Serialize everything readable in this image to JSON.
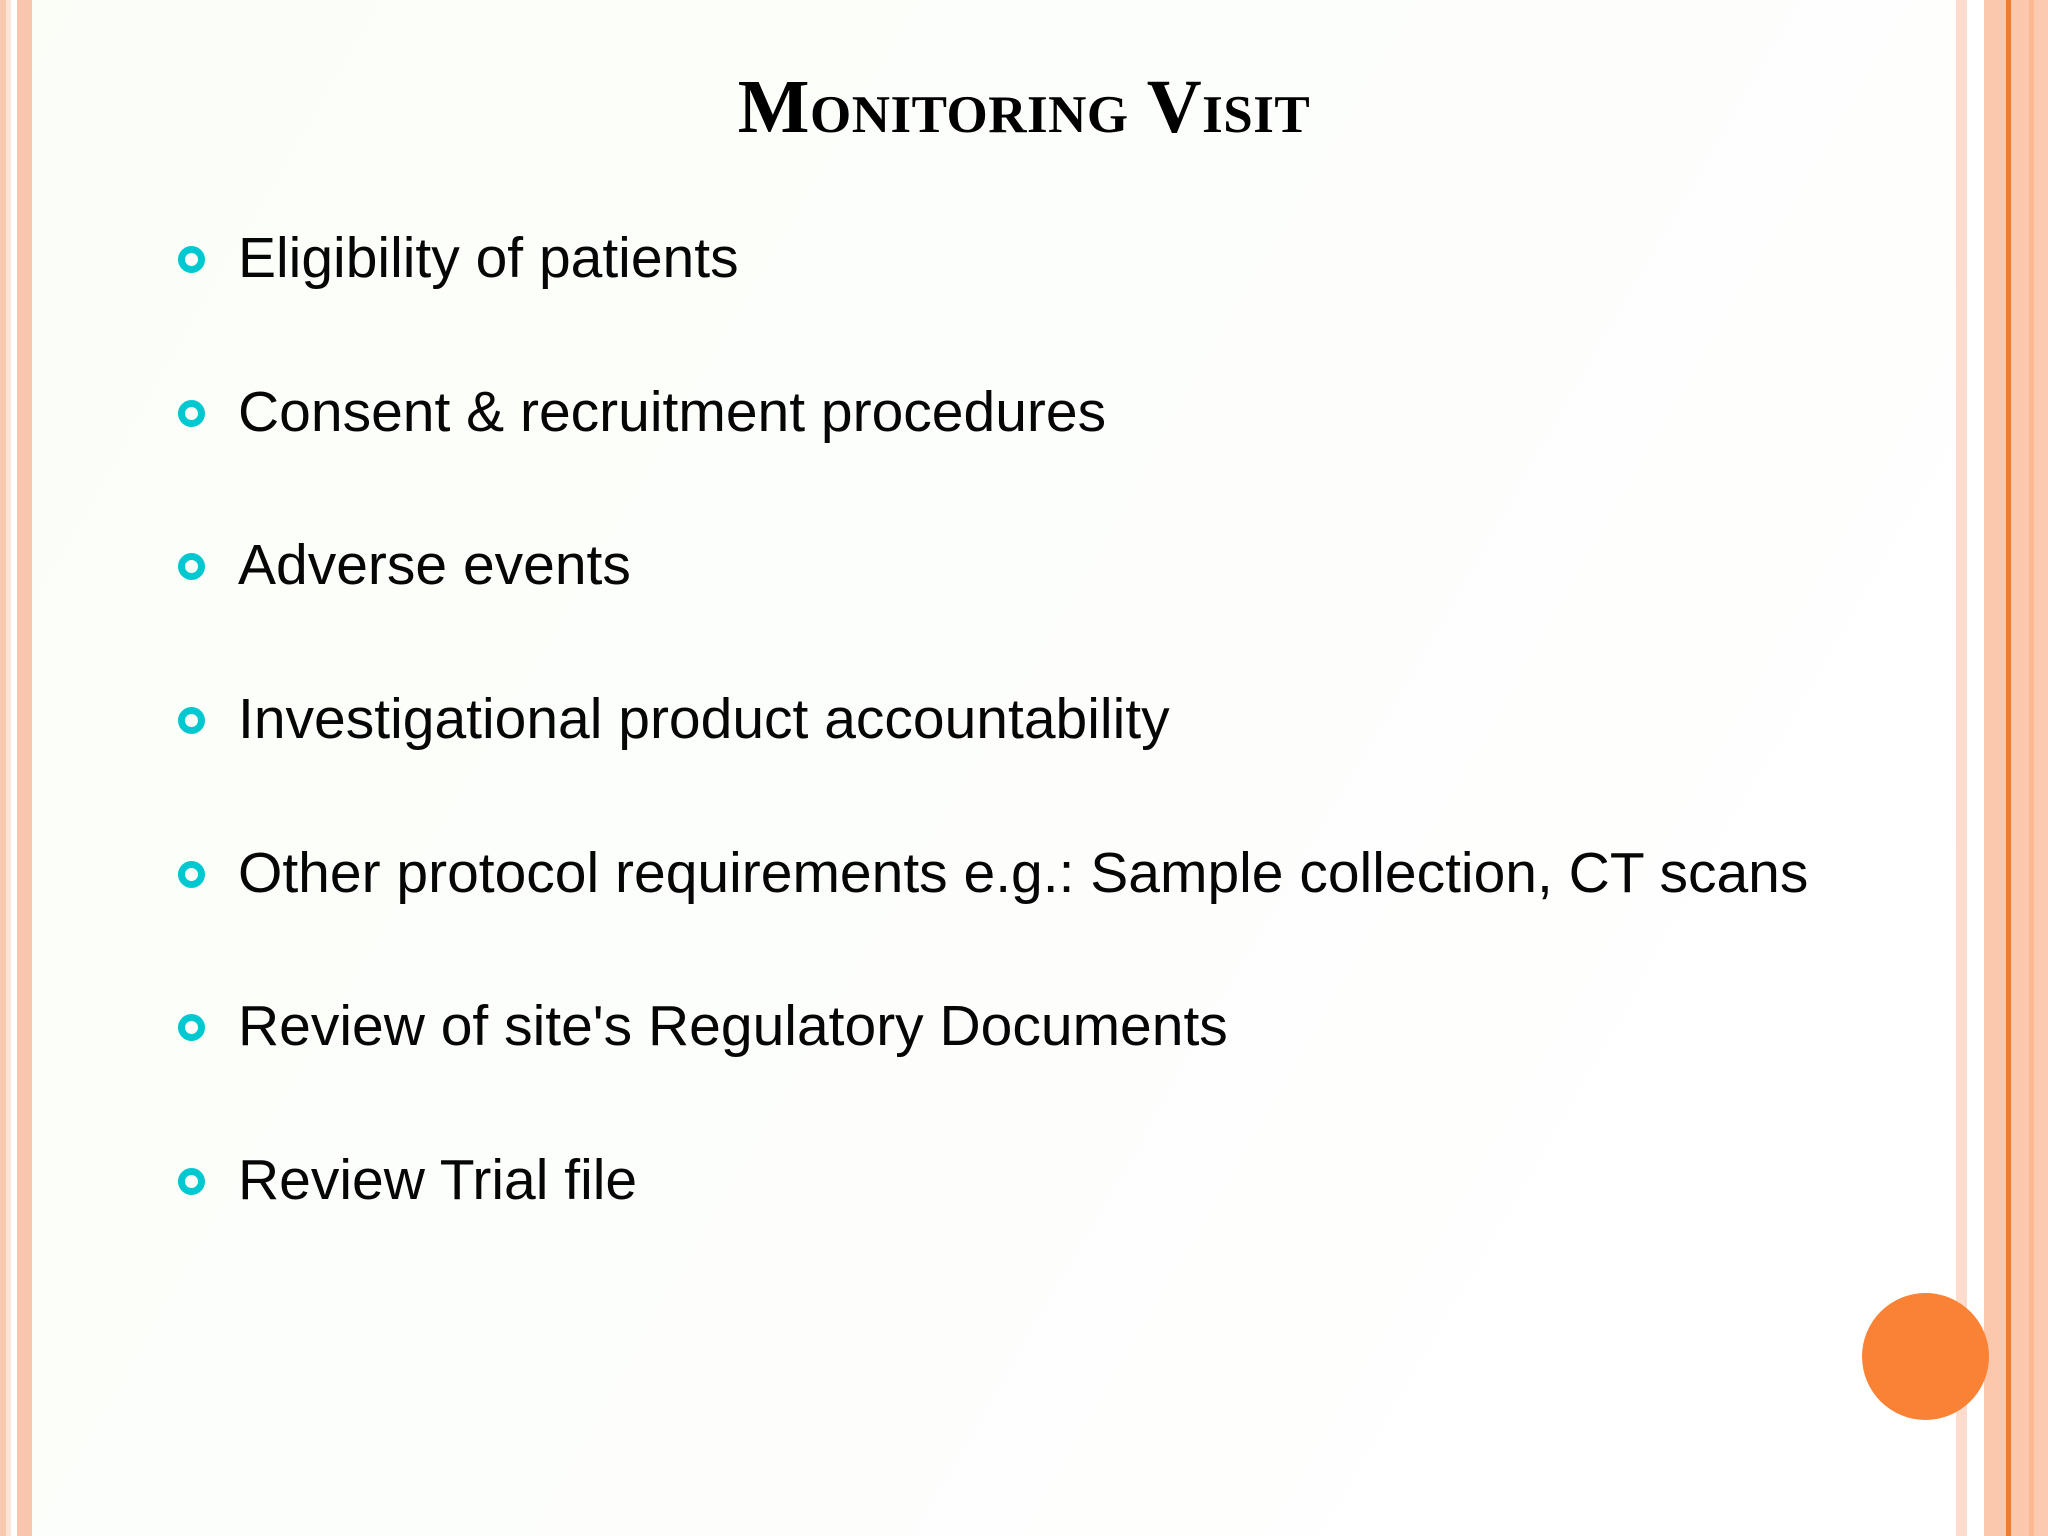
{
  "slide": {
    "title": "Monitoring Visit",
    "bullets": [
      {
        "text": "Eligibility of patients"
      },
      {
        "text": "Consent & recruitment procedures"
      },
      {
        "text": "Adverse events"
      },
      {
        "text": "Investigational product accountability"
      },
      {
        "text": "Other protocol requirements e.g.: Sample collection, CT scans"
      },
      {
        "text": "Review of site's Regulatory Documents"
      },
      {
        "text": "Review Trial file"
      }
    ],
    "bullet_marker_icon": "hollow-circle-icon",
    "decor": {
      "accent_circle_icon": "filled-circle-icon"
    },
    "colors": {
      "bullet_marker": "#00c8d0",
      "accent_circle": "#f98235",
      "border_peach": "#f8c5ad",
      "border_orange_line": "#f07c30",
      "title_text": "#000000",
      "body_text": "#060606",
      "background": "#fcfefb"
    }
  }
}
